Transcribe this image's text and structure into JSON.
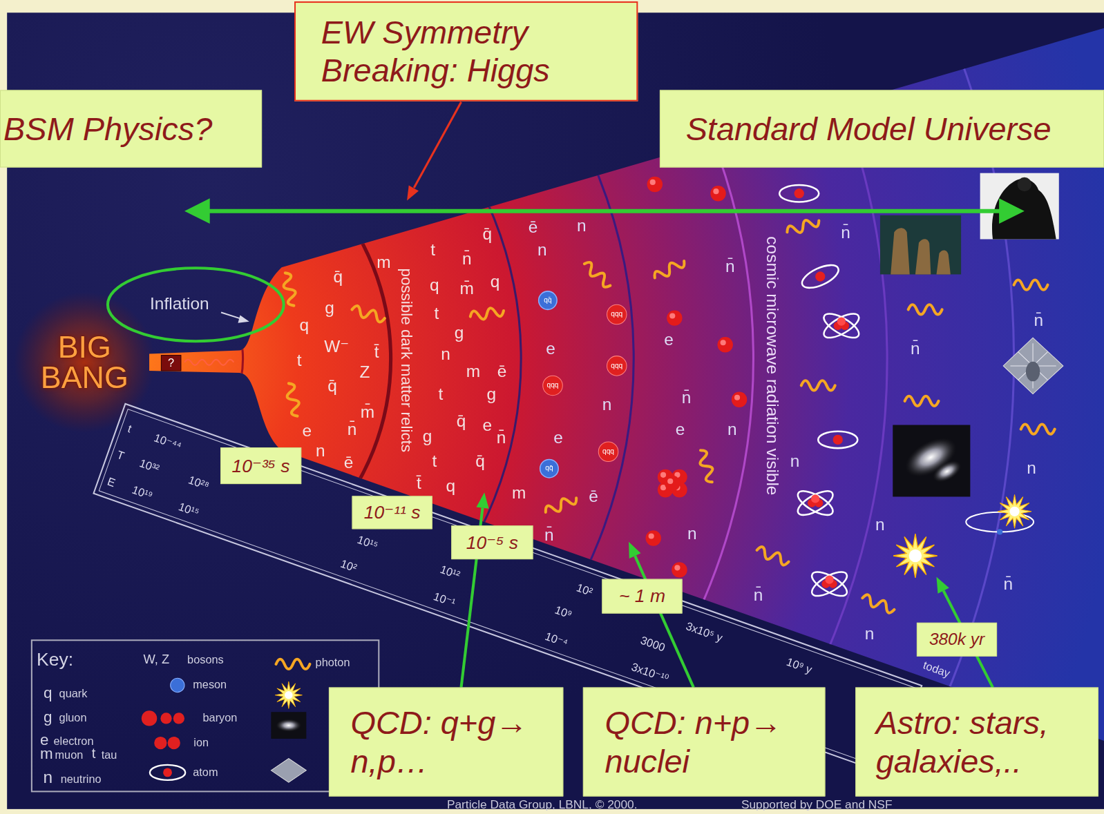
{
  "diagram": {
    "nodes": [
      {
        "text": [
          "EW Symmetry Breaking: Higgs"
        ]
      },
      {
        "text": [
          "BSM Physics?"
        ]
      },
      {
        "text": [
          "Standard Model Universe"
        ]
      },
      {
        "text": [
          "10⁻³⁵ s"
        ]
      },
      {
        "text": [
          "10⁻¹¹ s"
        ]
      },
      {
        "text": [
          "10⁻⁵ s"
        ]
      },
      {
        "text": [
          "~ 1 m"
        ]
      },
      {
        "text": [
          "380k yr"
        ]
      },
      {
        "text": [
          "QCD: q+g→ n,p…"
        ]
      },
      {
        "text": [
          "QCD: n+p→ nuclei"
        ]
      },
      {
        "text": [
          "Astro: stars, galaxies,.."
        ]
      }
    ],
    "labels": [
      "BIG BANG",
      "?",
      "Inflation",
      "possible dark matter relicts",
      "cosmic microwave radiation visible",
      "Key:",
      "W, Z",
      "q",
      "g",
      "e",
      "m",
      "t",
      "n",
      "qq̄",
      "qq̄",
      "qqq",
      "qqq",
      "qqq",
      "qqq",
      "t",
      "10⁻⁴⁴",
      "10²",
      "3x10⁵ y",
      "10⁹ y",
      "today",
      "T",
      "10³²",
      "10²⁸",
      "10¹⁵",
      "10¹²",
      "10⁹",
      "3000",
      "E",
      "10¹⁹",
      "10¹⁵",
      "10²",
      "10⁻¹",
      "10⁻⁴",
      "3x10⁻¹⁰",
      "Particle Data Group, LBNL, © 2000.",
      "Supported by DOE and NSF",
      "q̄",
      "g",
      "q",
      "W⁻",
      "t",
      "Z",
      "t̄",
      "q̄",
      "m̄",
      "e",
      "n̄",
      "n",
      "ē",
      "m",
      "t",
      "n̄",
      "q̄",
      "q",
      "m̄",
      "q",
      "t",
      "g",
      "n",
      "m",
      "ē",
      "t",
      "g",
      "q̄",
      "e",
      "n̄",
      "g",
      "t",
      "q̄",
      "m",
      "t̄",
      "q",
      "ē",
      "n",
      "n",
      "e",
      "n",
      "e",
      "ē",
      "n̄",
      "e",
      "n̄",
      "e",
      "n",
      "n̄",
      "n",
      "n",
      "n̄",
      "n̄",
      "n̄",
      "n̄",
      "n",
      "n",
      "n̄",
      "n"
    ],
    "legend": [
      {
        "text": "bosons"
      },
      {
        "text": "photon"
      },
      {
        "text": "meson"
      },
      {
        "text": "quark"
      },
      {
        "text": "gluon"
      },
      {
        "text": "baryon"
      },
      {
        "text": "electron"
      },
      {
        "text": "ion"
      },
      {
        "text": "muon"
      },
      {
        "text": "tau"
      },
      {
        "text": "atom"
      },
      {
        "text": "neutrino"
      }
    ]
  }
}
